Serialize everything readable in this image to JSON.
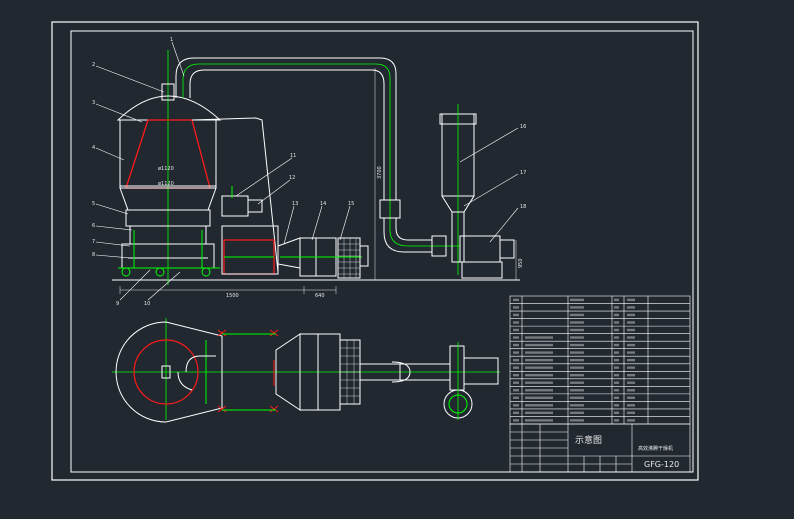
{
  "drawing": {
    "model_code": "GFG-120",
    "drawing_name": "示意图",
    "product_name": "高效沸腾干燥机",
    "dimensions": {
      "chamber_dia_top": "ø1120",
      "chamber_dia_bottom": "ø1120",
      "length_left": "1500",
      "length_right": "640",
      "height_duct": "3700",
      "height_fan": "950"
    },
    "leader_numbers": [
      "1",
      "2",
      "3",
      "4",
      "5",
      "6",
      "7",
      "8",
      "9",
      "10",
      "11",
      "12",
      "13",
      "14",
      "15",
      "16",
      "17",
      "18"
    ]
  },
  "colors": {
    "background": "#212830",
    "lines": "#ffffff",
    "green": "#00ff00",
    "red": "#ff1a1a",
    "dims": "#e8e8e8"
  }
}
